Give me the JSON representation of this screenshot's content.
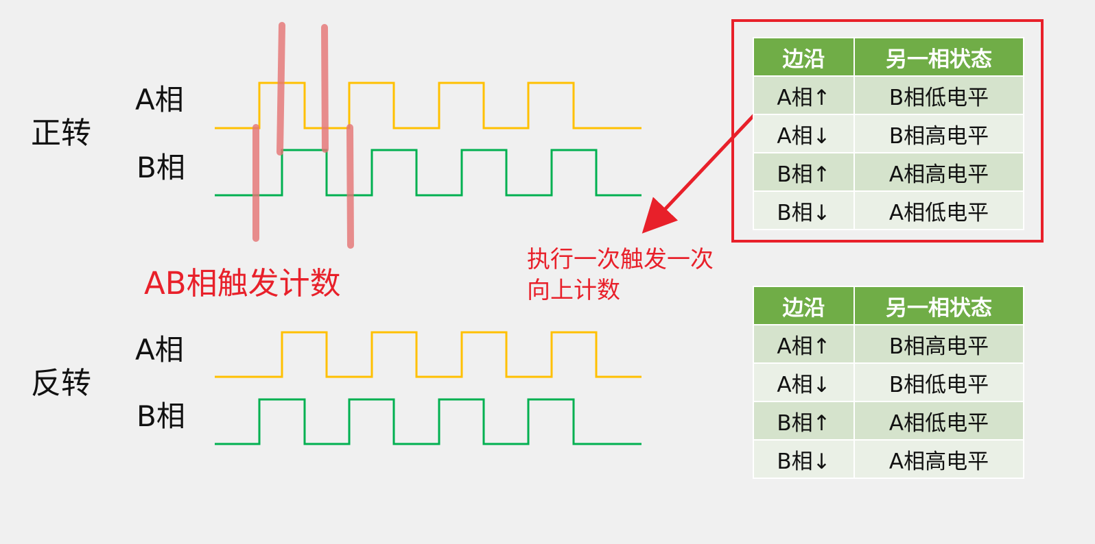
{
  "forward": {
    "label": "正转",
    "phase_a": "A相",
    "phase_b": "B相"
  },
  "reverse": {
    "label": "反转",
    "phase_a": "A相",
    "phase_b": "B相"
  },
  "annotations": {
    "ab_trigger": "AB相触发计数",
    "exec_line1": "执行一次触发一次",
    "exec_line2": "向上计数"
  },
  "tables": [
    {
      "headers": [
        "边沿",
        "另一相状态"
      ],
      "rows": [
        [
          "A相↑",
          "B相低电平"
        ],
        [
          "A相↓",
          "B相高电平"
        ],
        [
          "B相↑",
          "A相高电平"
        ],
        [
          "B相↓",
          "A相低电平"
        ]
      ],
      "highlighted": true
    },
    {
      "headers": [
        "边沿",
        "另一相状态"
      ],
      "rows": [
        [
          "A相↑",
          "B相高电平"
        ],
        [
          "A相↓",
          "B相低电平"
        ],
        [
          "B相↑",
          "A相低电平"
        ],
        [
          "B相↓",
          "A相高电平"
        ]
      ],
      "highlighted": false
    }
  ],
  "colors": {
    "phase_a": "#ffc000",
    "phase_b": "#00b050",
    "table_header": "#70ad47",
    "annotation_red": "#e8202a",
    "marker_pink": "#e57373"
  }
}
